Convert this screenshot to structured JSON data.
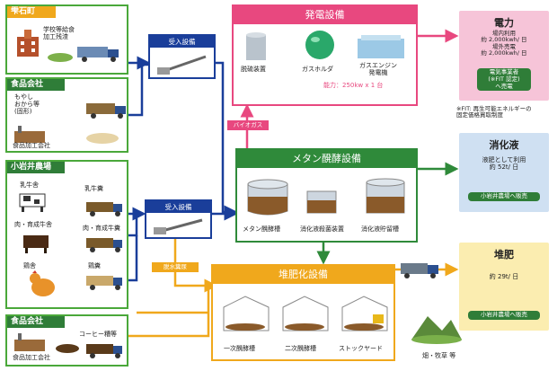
{
  "sources": {
    "shizukuishi": {
      "title": "雫石町",
      "item": "学校等給食\n加工残渣"
    },
    "food1": {
      "title": "食品会社",
      "item": "もやし\nおから等\n(固形)",
      "factory": "食品加工会社"
    },
    "koiwai": {
      "title": "小岩井農場",
      "dairy": "乳牛舎",
      "dairy_manure": "乳牛糞",
      "beef": "肉・育成牛舎",
      "beef_manure": "肉・育成牛糞",
      "chicken": "鶏舎",
      "chicken_manure": "鶏糞"
    },
    "food2": {
      "title": "食品会社",
      "item": "コーヒー糟等",
      "factory": "食品加工会社"
    }
  },
  "receiving1": "受入設備",
  "receiving2": "受入設備",
  "dewatered": "脱水糞尿",
  "biogas": "バイオガス",
  "power_facility": {
    "title": "発電設備",
    "desulfur": "脱硫装置",
    "holder": "ガスホルダ",
    "engine": "ガスエンジン\n発電機",
    "capacity": "能力：250kw x 1 台"
  },
  "methane_facility": {
    "title": "メタン醗酵設備",
    "tank1": "メタン醗酵槽",
    "tank2": "消化液殺菌装置",
    "tank3": "消化液貯留槽"
  },
  "compost_facility": {
    "title": "堆肥化設備",
    "stage1": "一次醗酵槽",
    "stage2": "二次醗酵槽",
    "stage3": "ストックヤード"
  },
  "outputs": {
    "power": {
      "title": "電力",
      "lines": "場内利用\n約 2,000kwh/ 日\n場外売電\n約 2,000kwh/ 日",
      "badge": "電気事業者\n(※FIT 認定)\nへ売電",
      "note": "※FIT: 再生可能エネルギーの\n固定価格買取制度"
    },
    "digestate": {
      "title": "消化液",
      "lines": "液肥として利用\n約 52t/ 日",
      "badge": "小岩井農場へ販売"
    },
    "compost": {
      "title": "堆肥",
      "lines": "約 29t/ 日",
      "badge": "小岩井農場へ販売",
      "field": "畑・牧草 等"
    }
  },
  "colors": {
    "power": "#e8487f",
    "methane": "#2f8a3a",
    "compost": "#f0a81c",
    "blue": "#1a3e9a",
    "green": "#4aa83a"
  }
}
